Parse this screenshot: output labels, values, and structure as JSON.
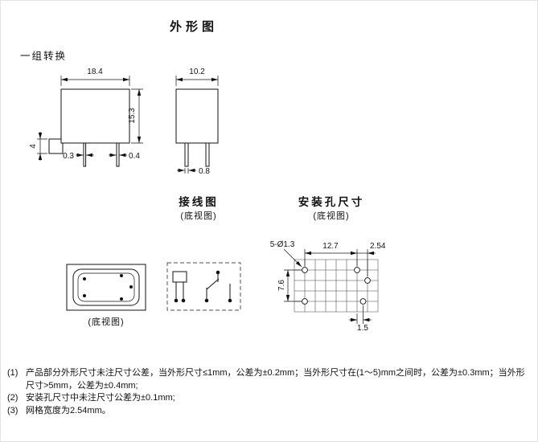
{
  "title": "外形图",
  "variant_label": "一组转换",
  "sections": {
    "wiring": {
      "title": "接线图",
      "subtitle": "(底视图)"
    },
    "mounting": {
      "title": "安装孔尺寸",
      "subtitle": "(底视图)"
    },
    "bottom_view_caption": "(底视图)"
  },
  "dimensions": {
    "body_width": "18.4",
    "body_height": "15.3",
    "flange_height": "4",
    "pin_thickness_1": "0.3",
    "pin_thickness_2": "0.4",
    "case_width": "10.2",
    "pin_width": "0.8",
    "holes_callout": "5-Ø1.3",
    "hole_pitch_h": "12.7",
    "grid_step": "2.54",
    "hole_pitch_v": "7.6",
    "hole_offset": "1.5"
  },
  "notes": [
    {
      "marker": "(1)",
      "text": "产品部分外形尺寸未注尺寸公差，当外形尺寸≤1mm，公差为±0.2mm；当外形尺寸在(1～5)mm之间时，公差为±0.3mm；当外形尺寸>5mm，公差为±0.4mm;"
    },
    {
      "marker": "(2)",
      "text": "安装孔尺寸中未注尺寸公差为±0.1mm;"
    },
    {
      "marker": "(3)",
      "text": "网格宽度为2.54mm。"
    }
  ]
}
